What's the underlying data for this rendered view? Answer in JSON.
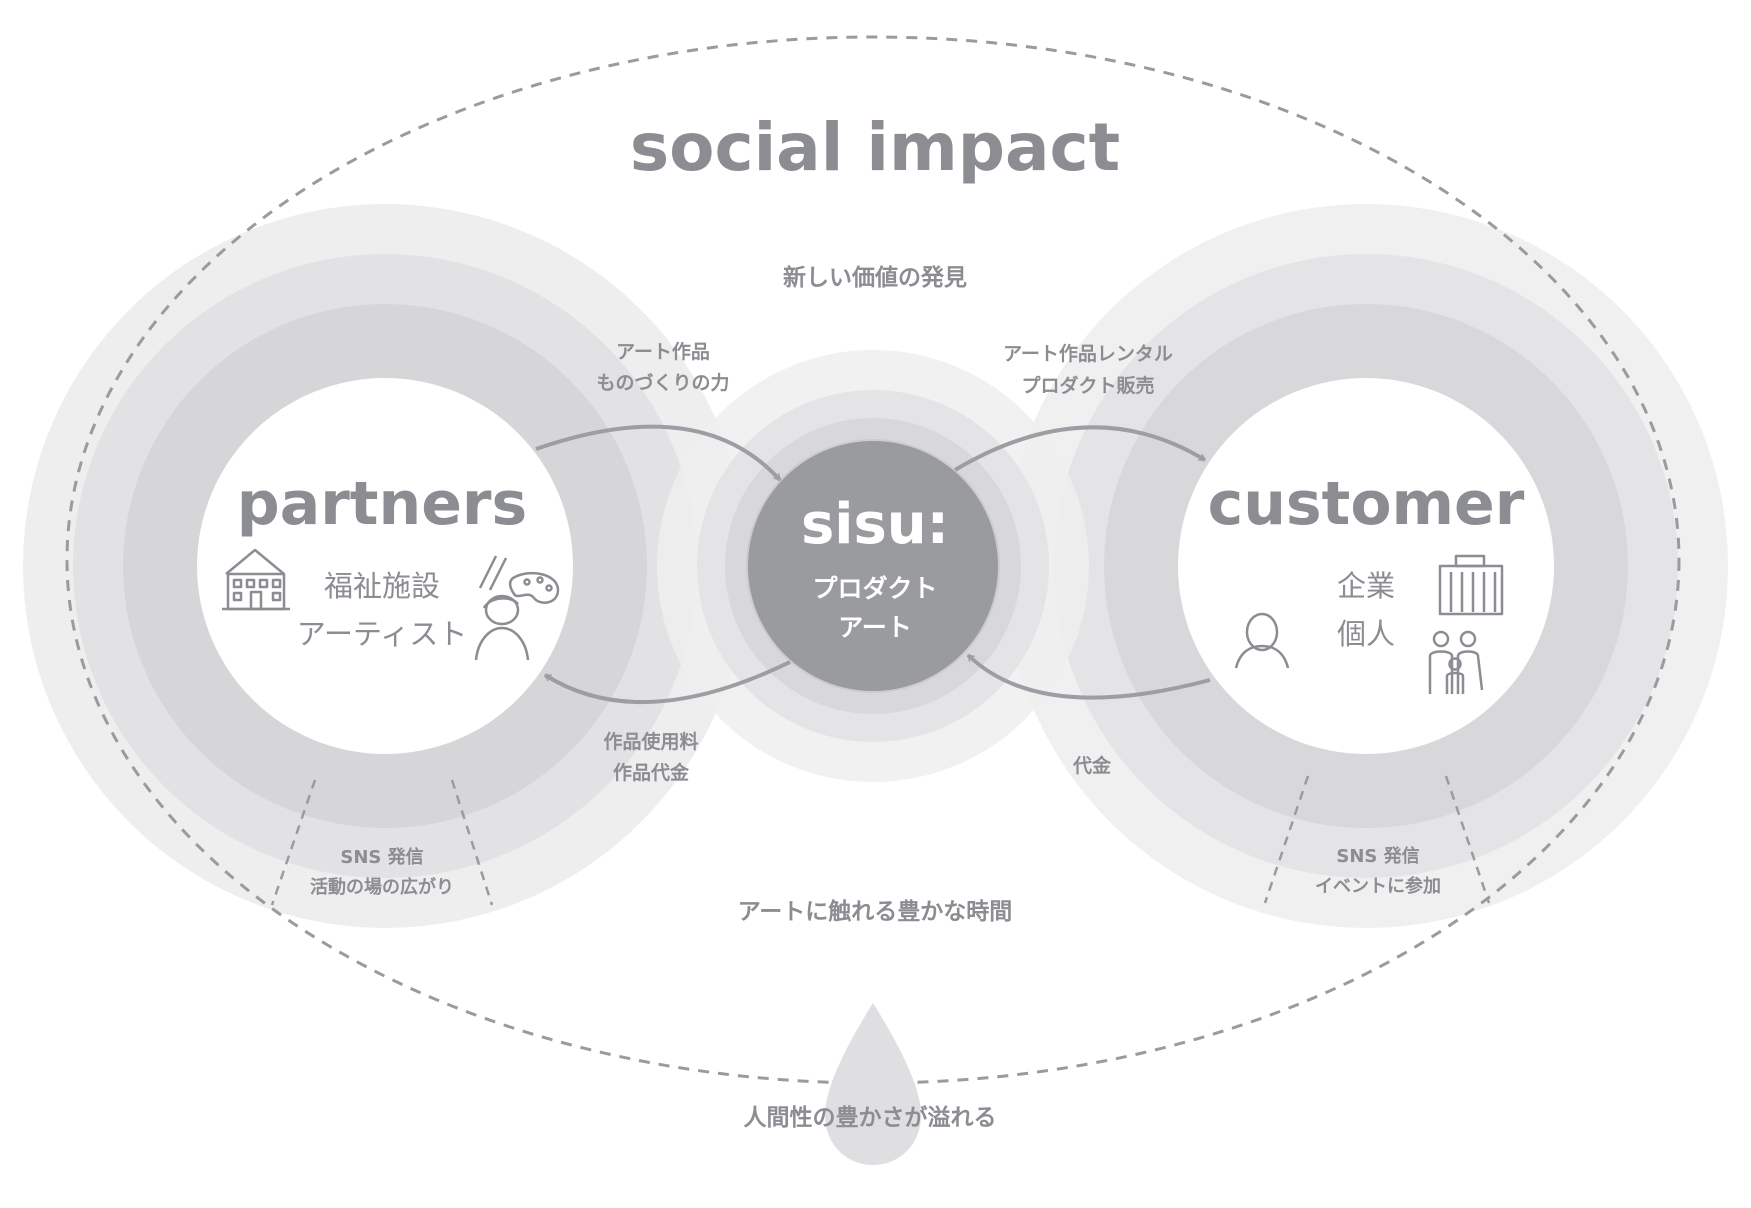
{
  "title": "social impact",
  "top_caption": "新しい価値の発見",
  "bottom_caption": "アートに触れる豊かな時間",
  "drop_caption": "人間性の豊かさが溢れる",
  "partners": {
    "title": "partners",
    "line1": "福祉施設",
    "line2": "アーティスト",
    "icons": [
      "building-icon",
      "brush-palette-icon",
      "artist-icon"
    ]
  },
  "customer": {
    "title": "customer",
    "line1": "企業",
    "line2": "個人",
    "icons": [
      "person-icon",
      "office-building-icon",
      "family-icon"
    ]
  },
  "center": {
    "title": "sisu:",
    "line1": "プロダクト",
    "line2": "アート"
  },
  "flows": {
    "partners_to_sisu": [
      "アート作品",
      "ものづくりの力"
    ],
    "sisu_to_partners": [
      "作品使用料",
      "作品代金"
    ],
    "sisu_to_customer": [
      "アート作品レンタル",
      "プロダクト販売"
    ],
    "customer_to_sisu": [
      "代金"
    ]
  },
  "outreach": {
    "partners": [
      "SNS 発信",
      "活動の場の広がり"
    ],
    "customer": [
      "SNS 発信",
      "イベントに参加"
    ]
  },
  "colors": {
    "text": "#8c8d92",
    "ring_outer": "#eeeeef",
    "ring_mid": "#e2e2e4",
    "ring_inner": "#d6d6d8",
    "center": "#9a9b9f",
    "arrow": "#9d9ea3",
    "dash": "#9a9b9f"
  }
}
